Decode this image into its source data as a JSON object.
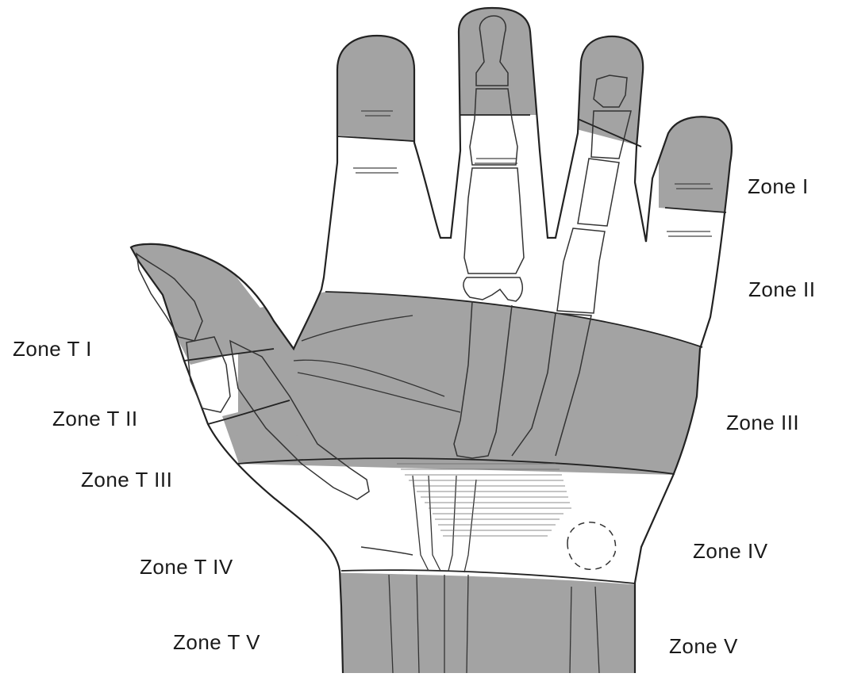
{
  "diagram": {
    "zone_labels": {
      "right": {
        "zone_1": "Zone I",
        "zone_2": "Zone II",
        "zone_3": "Zone III",
        "zone_4": "Zone IV",
        "zone_5": "Zone V"
      },
      "thumb": {
        "zone_t1": "Zone T I",
        "zone_t2": "Zone T II",
        "zone_t3": "Zone T III",
        "zone_t4": "Zone T IV",
        "zone_t5": "Zone T V"
      }
    },
    "colors": {
      "shaded_zone": "#a3a3a3",
      "outline": "#222222",
      "background": "#ffffff"
    }
  }
}
